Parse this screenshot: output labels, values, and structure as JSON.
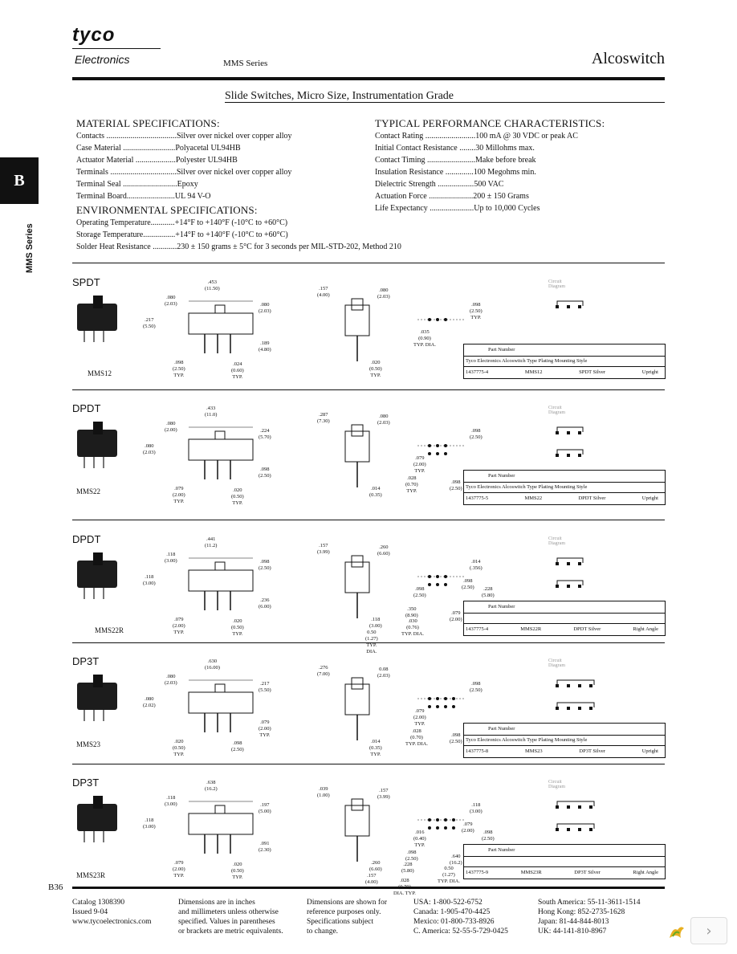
{
  "header": {
    "logo_main": "tyco",
    "logo_sub": "Electronics",
    "series": "MMS Series",
    "brand": "Alcoswitch",
    "title": "Slide Switches, Micro Size, Instrumentation Grade"
  },
  "side_tab": {
    "letter": "B",
    "label": "MMS Series"
  },
  "material": {
    "heading": "MATERIAL SPECIFICATIONS:",
    "rows": [
      {
        "k": "Contacts ...................................",
        "v": "Silver over nickel over copper alloy"
      },
      {
        "k": "Case Material ..........................",
        "v": "Polyacetal UL94HB"
      },
      {
        "k": "Actuator Material ....................",
        "v": "Polyester UL94HB"
      },
      {
        "k": "Terminals .................................",
        "v": "Silver over nickel over copper alloy"
      },
      {
        "k": "Terminal Seal ...........................",
        "v": "Epoxy"
      },
      {
        "k": "Terminal Board........................",
        "v": "UL 94 V-O"
      }
    ]
  },
  "environmental": {
    "heading": "ENVIRONMENTAL SPECIFICATIONS:",
    "rows": [
      {
        "k": "Operating Temperature............",
        "v": "+14°F to +140°F (-10°C to +60°C)"
      },
      {
        "k": "Storage Temperature................",
        "v": "+14°F to +140°F (-10°C to +60°C)"
      },
      {
        "k": "Solder Heat Resistance ............",
        "v": "230 ± 150 grams ± 5°C for 3 seconds per MIL-STD-202, Method 210"
      }
    ]
  },
  "performance": {
    "heading": "TYPICAL PERFORMANCE CHARACTERISTICS:",
    "rows": [
      {
        "k": "Contact Rating .........................",
        "v": "100 mA @ 30 VDC or peak AC"
      },
      {
        "k": "Initial Contact Resistance ........",
        "v": "30 Millohms max."
      },
      {
        "k": "Contact Timing ........................",
        "v": "Make before break"
      },
      {
        "k": "Insulation Resistance ..............",
        "v": "100 Megohms min."
      },
      {
        "k": "Dielectric Strength ..................",
        "v": "500 VAC"
      },
      {
        "k": "Actuation Force ......................",
        "v": "200 ± 150 Grams"
      },
      {
        "k": "Life Expectancy ......................",
        "v": "Up to 10,000 Cycles"
      }
    ]
  },
  "sections": [
    {
      "label": "SPDT",
      "part": "MMS12",
      "circuit": "Circuit Diagram",
      "table": {
        "h": "Part Number",
        "sub": "Tyco Electronics  Alcoswitch Type Plating Mounting Style",
        "pn": "1437775-4",
        "type": "MMS12",
        "plating": "SPDT Silver",
        "mount": "Upright"
      },
      "dims": {
        "a": ".453\n(11.50)",
        "b": ".080\n(2.03)",
        "c": ".217\n(5.50)",
        "d": ".080\n(2.03)",
        "e": ".189\n(4.80)",
        "f": ".098\n(2.50)\nTYP.",
        "g": ".024\n(0.60)\nTYP.",
        "h": ".157\n(4.00)",
        "i": ".080\n(2.03)",
        "j": ".020\n(0.50)\nTYP.",
        "k": ".098\n(2.50)\nTYP.",
        "l": ".035\n(0.90)\nTYP. DIA."
      }
    },
    {
      "label": "DPDT",
      "part": "MMS22",
      "circuit": "Circuit Diagram",
      "table": {
        "h": "Part Number",
        "sub": "Tyco Electronics  Alcoswitch Type Plating Mounting Style",
        "pn": "1437775-5",
        "type": "MMS22",
        "plating": "DPDT Silver",
        "mount": "Upright"
      },
      "dims": {
        "a": ".433\n(11.0)",
        "b": ".080\n(2.00)",
        "c": ".080\n(2.03)",
        "d": ".224\n(5.70)",
        "e": ".098\n(2.50)",
        "f": ".079\n(2.00)\nTYP.",
        "g": ".020\n(0.50)\nTYP.",
        "h": ".287\n(7.30)",
        "i": ".080\n(2.03)",
        "j": ".014\n(0.35)",
        "k": ".098\n(2.50)",
        "l": ".079\n(2.00)\nTYP.",
        "m": ".028\n(0.70)\nTYP.",
        "n": ".098\n(2.50)"
      }
    },
    {
      "label": "DPDT",
      "part": "MMS22R",
      "circuit": "Circuit Diagram",
      "table": {
        "h": "Part Number",
        "sub": "",
        "pn": "1437775-4",
        "type": "MMS22R",
        "plating": "DPDT Silver",
        "mount": "Right Angle"
      },
      "dims": {
        "a": ".441\n(11.2)",
        "b": ".118\n(3.00)",
        "c": ".118\n(3.00)",
        "d": ".098\n(2.50)",
        "e": ".236\n(6.00)",
        "f": ".079\n(2.00)\nTYP.",
        "g": ".020\n(0.50)\nTYP.",
        "h": ".157\n(3.99)",
        "i": ".260\n(6.60)",
        "j": ".118\n(3.00)",
        "k": ".014\n(.356)",
        "l": ".098\n(2.50)",
        "m": ".350\n(8.90)",
        "n": ".079\n(2.00)",
        "o": ".098\n(2.50)",
        "p": ".228\n(5.80)",
        "q": ".030\n(0.76)\nTYP. DIA.",
        "r": "0.50\n(1.27)\nTYP.\nDIA."
      }
    },
    {
      "label": "DP3T",
      "part": "MMS23",
      "circuit": "Circuit Diagram",
      "table": {
        "h": "Part Number",
        "sub": "Tyco Electronics  Alcoswitch Type Plating Mounting Style",
        "pn": "1437775-8",
        "type": "MMS23",
        "plating": "DP3T Silver",
        "mount": "Upright"
      },
      "dims": {
        "a": ".630\n(16.00)",
        "b": ".080\n(2.03)",
        "c": ".080\n(2.02)",
        "d": ".217\n(5.50)",
        "e": ".079\n(2.00)\nTYP.",
        "f": ".020\n(0.50)\nTYP.",
        "g": ".098\n(2.50)",
        "h": ".276\n(7.00)",
        "i": "0.08\n(2.03)",
        "j": ".014\n(0.35)\nTYP.",
        "k": ".098\n(2.50)",
        "l": ".079\n(2.00)\nTYP.",
        "m": ".028\n(0.70)\nTYP. DIA.",
        "n": ".098\n(2.50)"
      }
    },
    {
      "label": "DP3T",
      "part": "MMS23R",
      "circuit": "Circuit Diagram",
      "table": {
        "h": "Part Number",
        "sub": "",
        "pn": "1437775-9",
        "type": "MMS23R",
        "plating": "DP3T Silver",
        "mount": "Right Angle"
      },
      "dims": {
        "a": ".638\n(16.2)",
        "b": ".118\n(3.00)",
        "c": ".118\n(3.00)",
        "d": ".197\n(5.00)",
        "e": ".091\n(2.30)",
        "f": ".079\n(2.00)\nTYP.",
        "g": ".020\n(0.50)\nTYP.",
        "h": ".039\n(1.00)",
        "i": ".157\n(3.99)",
        "j": ".260\n(6.60)",
        "k": ".118\n(3.00)",
        "l": ".016\n(0.40)\nTYP.",
        "m": ".098\n(2.50)",
        "n": ".640\n(16.2)",
        "o": ".079\n(2.00)",
        "p": ".098\n(2.50)",
        "q": ".228\n(5.80)",
        "r": ".157\n(4.00)",
        "s": "0.50\n(1.27)\nTYP. DIA.",
        "t": ".028\n(0.70)\nDIA. TYP."
      }
    }
  ],
  "footer": {
    "page": "B36",
    "col1": [
      "Catalog 1308390",
      "Issued 9-04",
      "www.tycoelectronics.com"
    ],
    "col2": [
      "Dimensions are in inches",
      "and millimeters unless otherwise",
      "specified. Values in parentheses",
      "or brackets are metric equivalents."
    ],
    "col3": [
      "Dimensions are shown for",
      "reference purposes only.",
      "Specifications subject",
      "to change."
    ],
    "col4": [
      "USA: 1-800-522-6752",
      "Canada: 1-905-470-4425",
      "Mexico: 01-800-733-8926",
      "C. America: 52-55-5-729-0425"
    ],
    "col5": [
      "South America: 55-11-3611-1514",
      "Hong Kong: 852-2735-1628",
      "Japan: 81-44-844-8013",
      "UK: 44-141-810-8967"
    ]
  },
  "nav": {
    "next_icon": "chevron-right-icon",
    "logo_icon": "bird-logo-icon"
  }
}
